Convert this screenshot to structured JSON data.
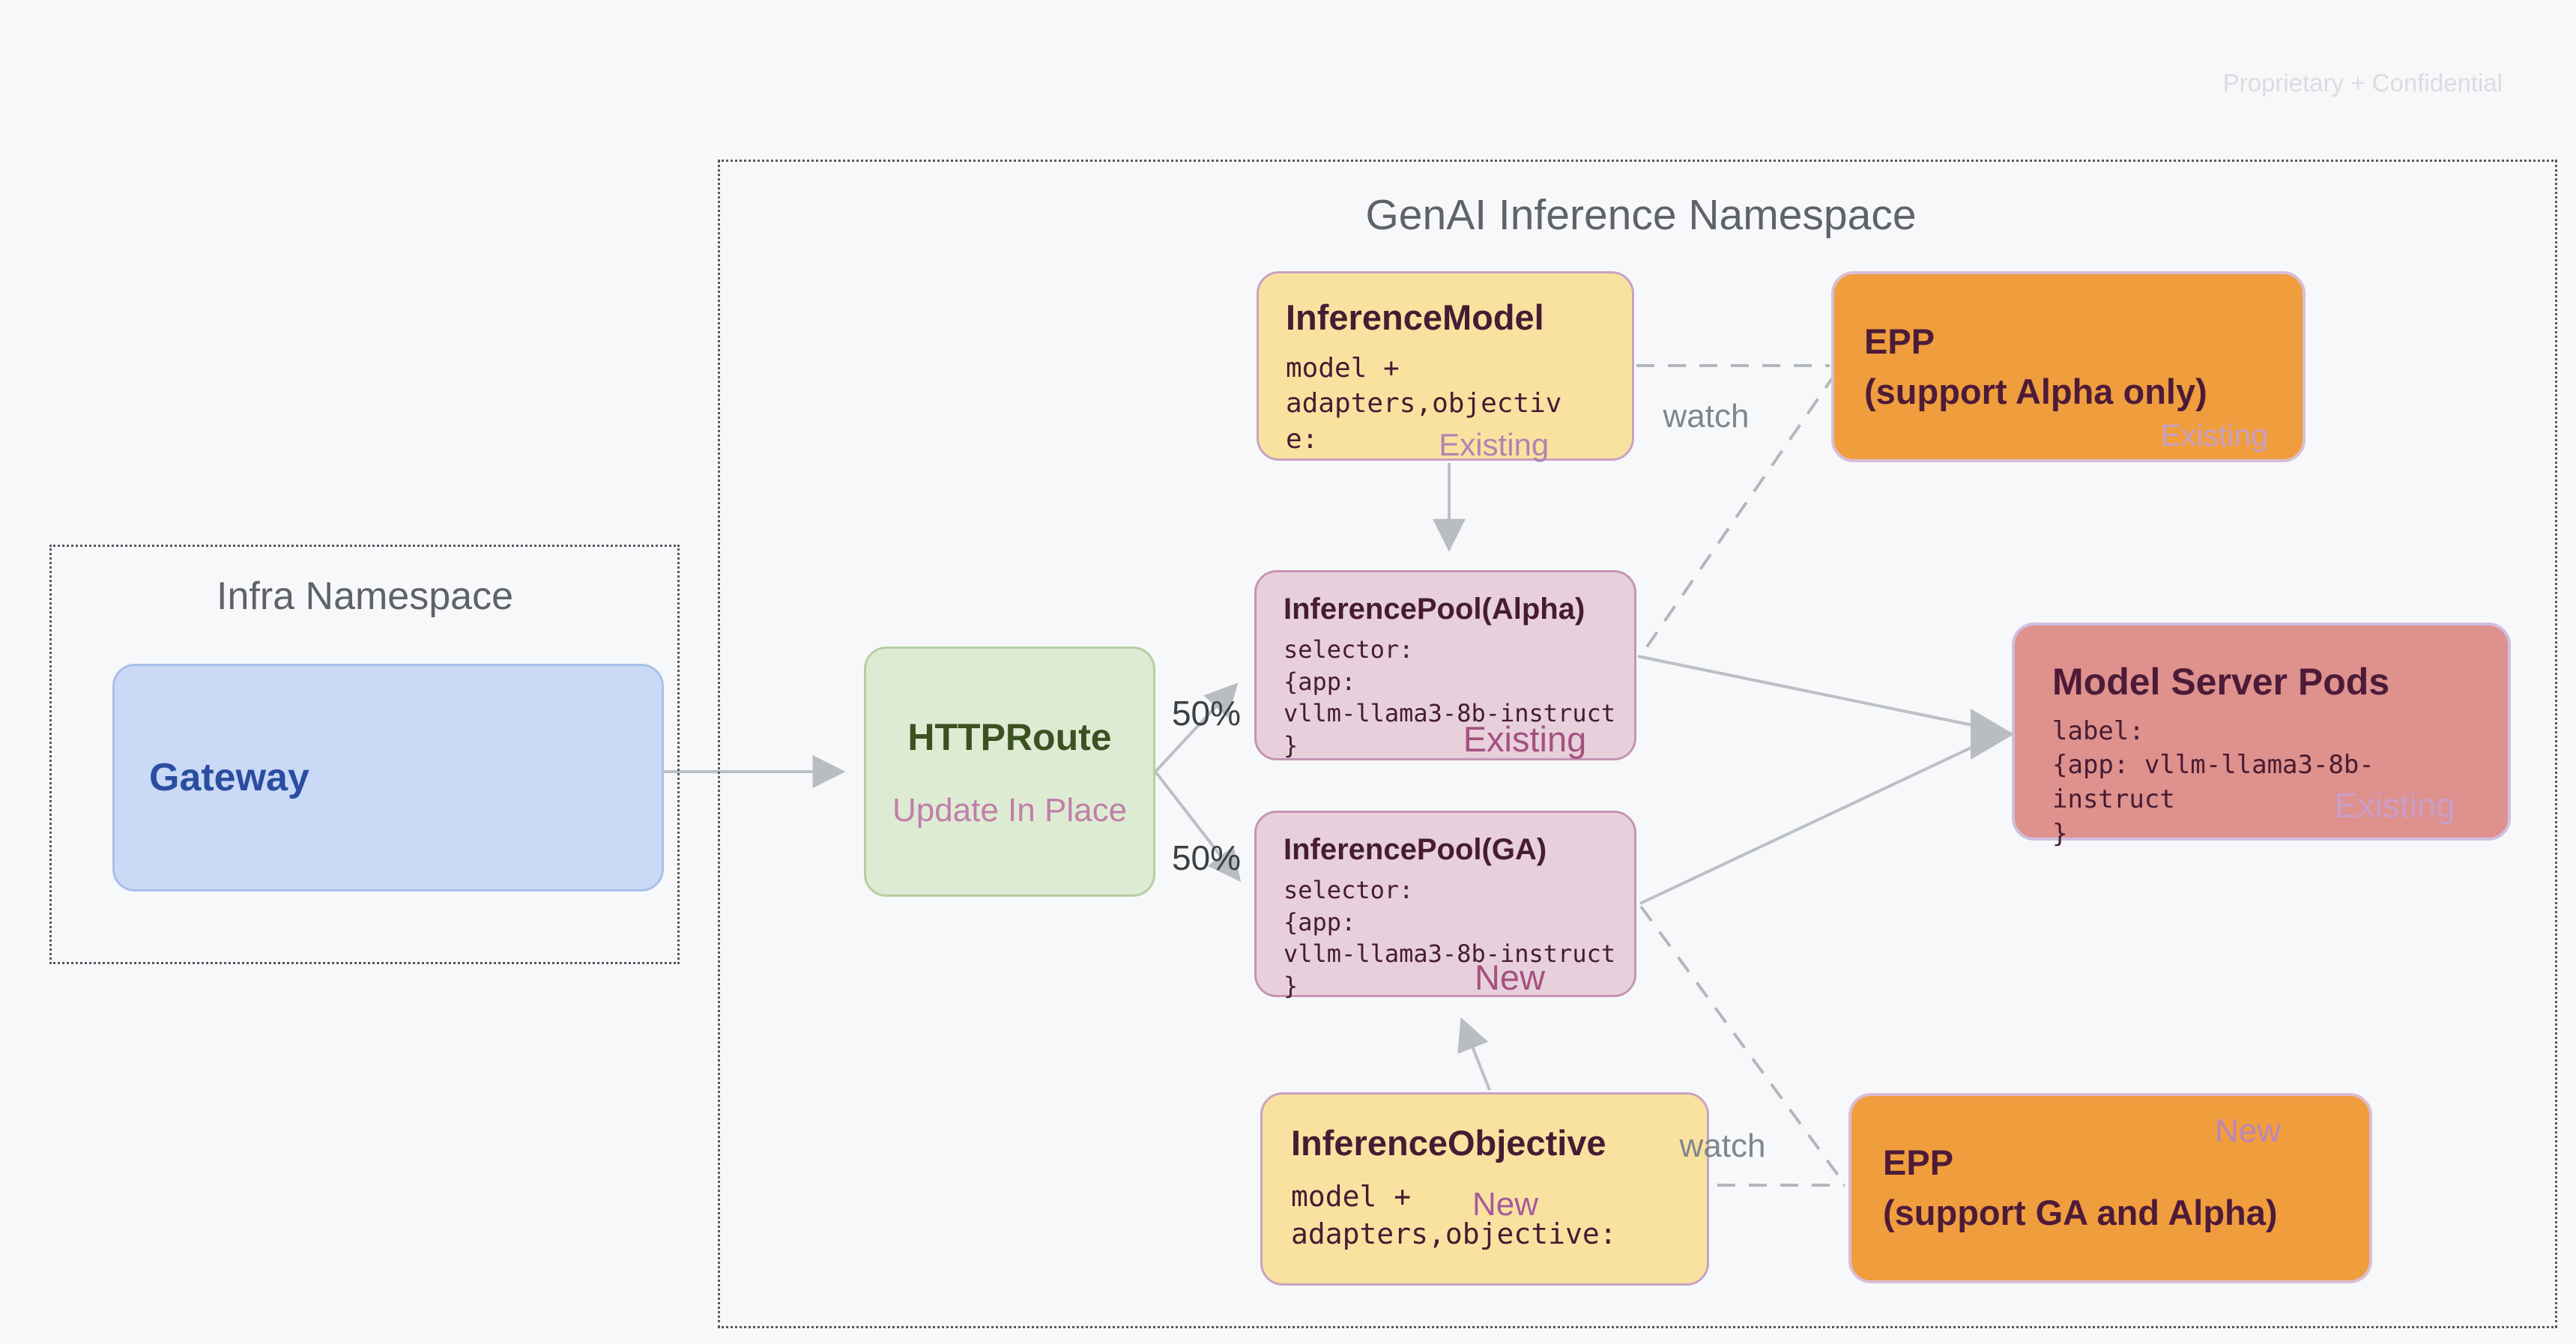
{
  "watermark": "Proprietary + Confidential",
  "namespaces": {
    "genai": {
      "title": "GenAI Inference Namespace"
    },
    "infra": {
      "title": "Infra Namespace"
    }
  },
  "nodes": {
    "gateway": {
      "title": "Gateway"
    },
    "httproute": {
      "title": "HTTPRoute",
      "subtitle": "Update In Place"
    },
    "inference_model": {
      "title": "InferenceModel",
      "body": "model +\nadapters,objectiv\ne:",
      "tag": "Existing"
    },
    "epp_alpha": {
      "title": "EPP\n(support Alpha only)",
      "tag": "Existing"
    },
    "inference_pool_alpha": {
      "title": "InferencePool(Alpha)",
      "body": "selector:\n{app:\nvllm-llama3-8b-instruct\n}",
      "tag": "Existing"
    },
    "inference_pool_ga": {
      "title": "InferencePool(GA)",
      "body": "selector:\n{app:\nvllm-llama3-8b-instruct\n}",
      "tag": "New"
    },
    "model_server_pods": {
      "title": "Model Server Pods",
      "body": "label:\n{app: vllm-llama3-8b-instruct\n}",
      "tag": "Existing"
    },
    "inference_objective": {
      "title": "InferenceObjective",
      "body": "model +\nadapters,objective:",
      "tag": "New"
    },
    "epp_ga": {
      "title": "EPP\n(support GA and Alpha)",
      "tag": "New"
    }
  },
  "edge_labels": {
    "watch_top": "watch",
    "watch_bottom": "watch",
    "split_top": "50%",
    "split_bottom": "50%"
  },
  "colors": {
    "background": "#f7f8fa",
    "yellow_node": "#f9e2a0",
    "orange_node": "#f09d3e",
    "mauve_node": "#e7d0dc",
    "salmon_node": "#de918d",
    "green_node": "#deebd3",
    "blue_node": "#c9d9f6",
    "dark_maroon_text": "#471b33",
    "dark_green_text": "#3a5121",
    "dark_blue_text": "#2b4da0",
    "magenta_tag": "#a4517f",
    "light_mauve_tag": "#bb86b8",
    "gray_text": "#5f6368",
    "arrow_gray": "#bcbfc4",
    "watermark_gray": "#dadce0"
  }
}
